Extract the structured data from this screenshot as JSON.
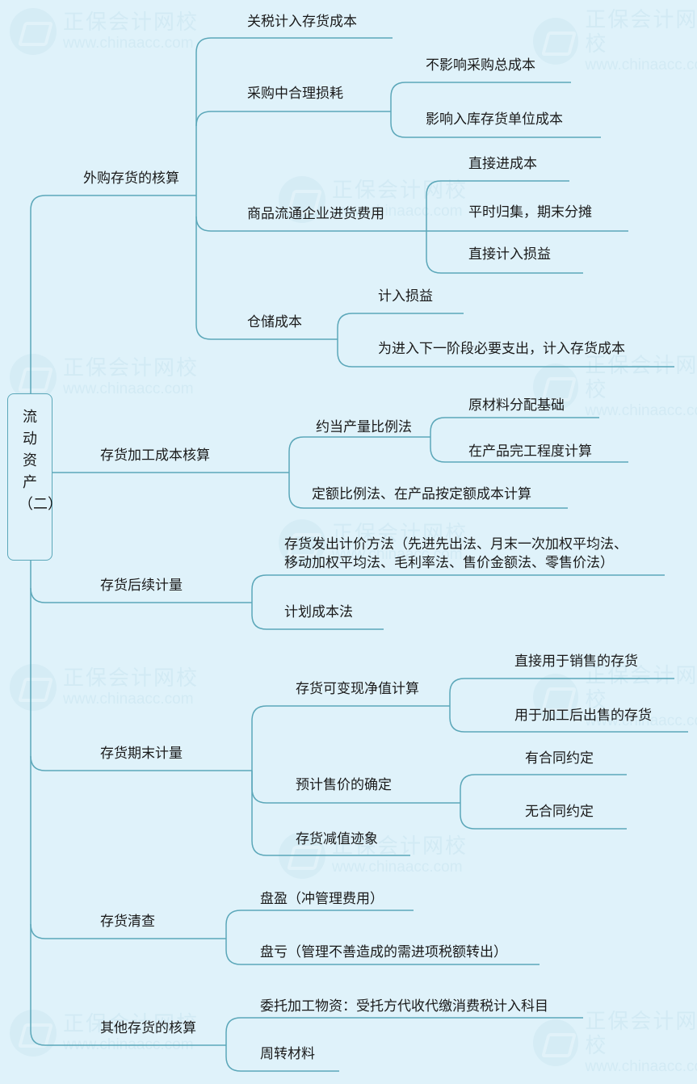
{
  "root": "流动资产（二）",
  "watermark": {
    "cn": "正保会计网校",
    "url": "www.chinaacc.com"
  },
  "branches": {
    "purchase": {
      "label": "外购存货的核算",
      "tariff": "关税计入存货成本",
      "loss": {
        "label": "采购中合理损耗",
        "items": [
          "不影响采购总成本",
          "影响入库存货单位成本"
        ]
      },
      "trade": {
        "label": "商品流通企业进货费用",
        "items": [
          "直接进成本",
          "平时归集，期末分摊",
          "直接计入损益"
        ]
      },
      "storage": {
        "label": "仓储成本",
        "items": [
          "计入损益",
          "为进入下一阶段必要支出，计入存货成本"
        ]
      }
    },
    "processing": {
      "label": "存货加工成本核算",
      "equivalent": {
        "label": "约当产量比例法",
        "items": [
          "原材料分配基础",
          "在产品完工程度计算"
        ]
      },
      "quota": "定额比例法、在产品按定额成本计算"
    },
    "subsequent": {
      "label": "存货后续计量",
      "pricing_line1": "存货发出计价方法（先进先出法、月末一次加权平均法、",
      "pricing_line2": "移动加权平均法、毛利率法、售价金额法、零售价法）",
      "plan": "计划成本法"
    },
    "ending": {
      "label": "存货期末计量",
      "nrv": {
        "label": "存货可变现净值计算",
        "items": [
          "直接用于销售的存货",
          "用于加工后出售的存货"
        ]
      },
      "price": {
        "label": "预计售价的确定",
        "items": [
          "有合同约定",
          "无合同约定"
        ]
      },
      "impairment": "存货减值迹象"
    },
    "count": {
      "label": "存货清查",
      "surplus": "盘盈（冲管理费用）",
      "shortage": "盘亏（管理不善造成的需进项税额转出）"
    },
    "other": {
      "label": "其他存货的核算",
      "consigned": "委托加工物资：受托方代收代缴消费税计入科目",
      "revolving": "周转材料"
    }
  }
}
